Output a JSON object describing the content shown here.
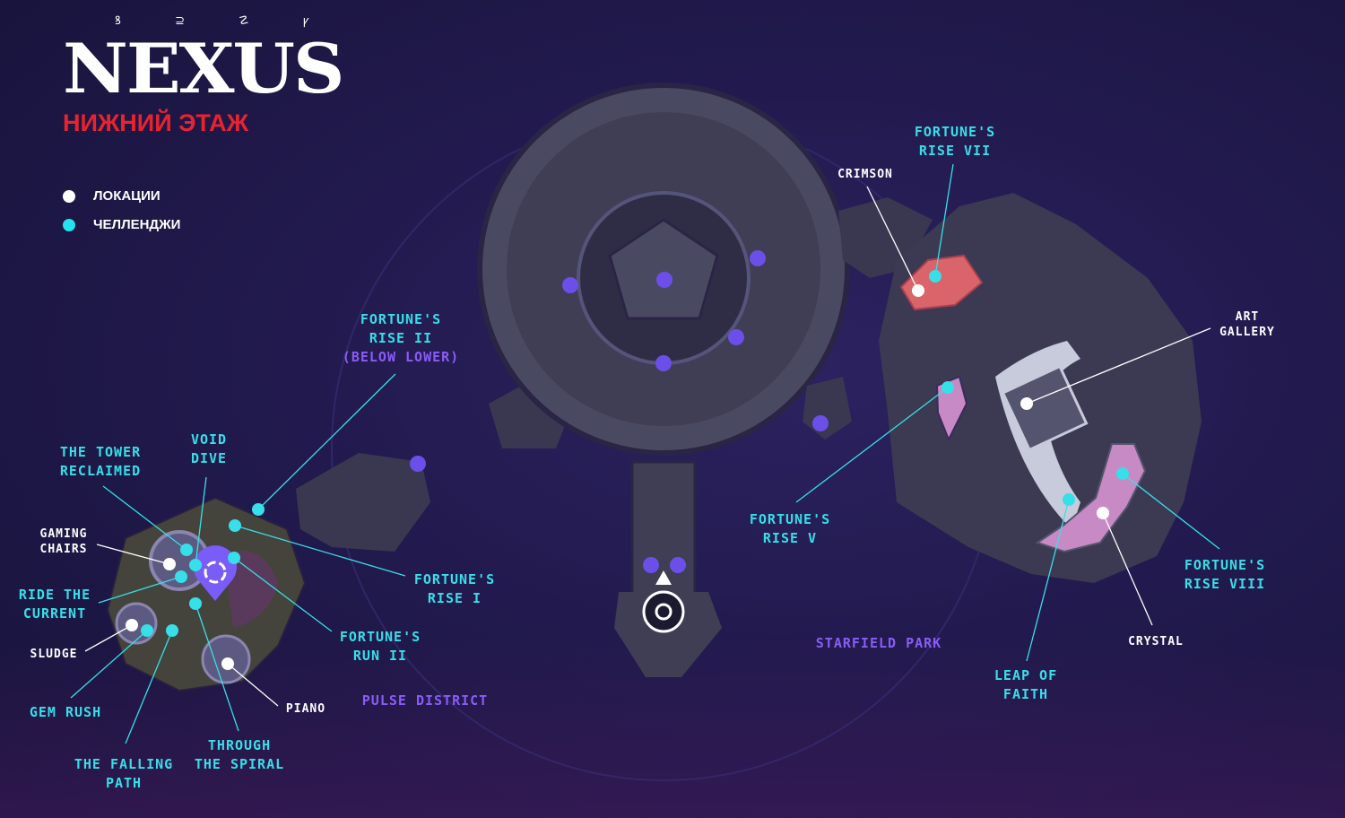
{
  "header": {
    "logo": "NEXUS",
    "logo_runes": "ꝸ ⊇ ☡ ꝩ",
    "subtitle": "НИЖНИЙ ЭТАЖ"
  },
  "legend": [
    {
      "label": "ЛОКАЦИИ",
      "color": "#ffffff"
    },
    {
      "label": "ЧЕЛЛЕНДЖИ",
      "color": "#22e3ee"
    }
  ],
  "districts": {
    "starfield": "STARFIELD PARK",
    "pulse": "PULSE DISTRICT"
  },
  "locations": {
    "crimson": "CRIMSON",
    "art_gallery": [
      "ART",
      "GALLERY"
    ],
    "crystal": "CRYSTAL",
    "gaming_chairs": [
      "GAMING",
      "CHAIRS"
    ],
    "sludge": "SLUDGE",
    "piano": "PIANO"
  },
  "challenges": {
    "rise7": [
      "FORTUNE'S",
      "RISE VII"
    ],
    "rise5": [
      "FORTUNE'S",
      "RISE V"
    ],
    "rise8": [
      "FORTUNE'S",
      "RISE VIII"
    ],
    "leap": [
      "LEAP OF",
      "FAITH"
    ],
    "rise2": [
      "FORTUNE'S",
      "RISE II",
      "(BELOW LOWER)"
    ],
    "rise1": [
      "FORTUNE'S",
      "RISE I"
    ],
    "run2": [
      "FORTUNE'S",
      "RUN II"
    ],
    "void": [
      "VOID",
      "DIVE"
    ],
    "tower": [
      "THE TOWER",
      "RECLAIMED"
    ],
    "ride": [
      "RIDE THE",
      "CURRENT"
    ],
    "gem": "GEM RUSH",
    "falling": [
      "THE FALLING",
      "PATH"
    ],
    "spiral": [
      "THROUGH",
      "THE SPIRAL"
    ]
  },
  "colors": {
    "challenge": "#37dfe8",
    "location": "#ffffff",
    "district": "#8a5cf6",
    "accent": "#e8232f"
  }
}
